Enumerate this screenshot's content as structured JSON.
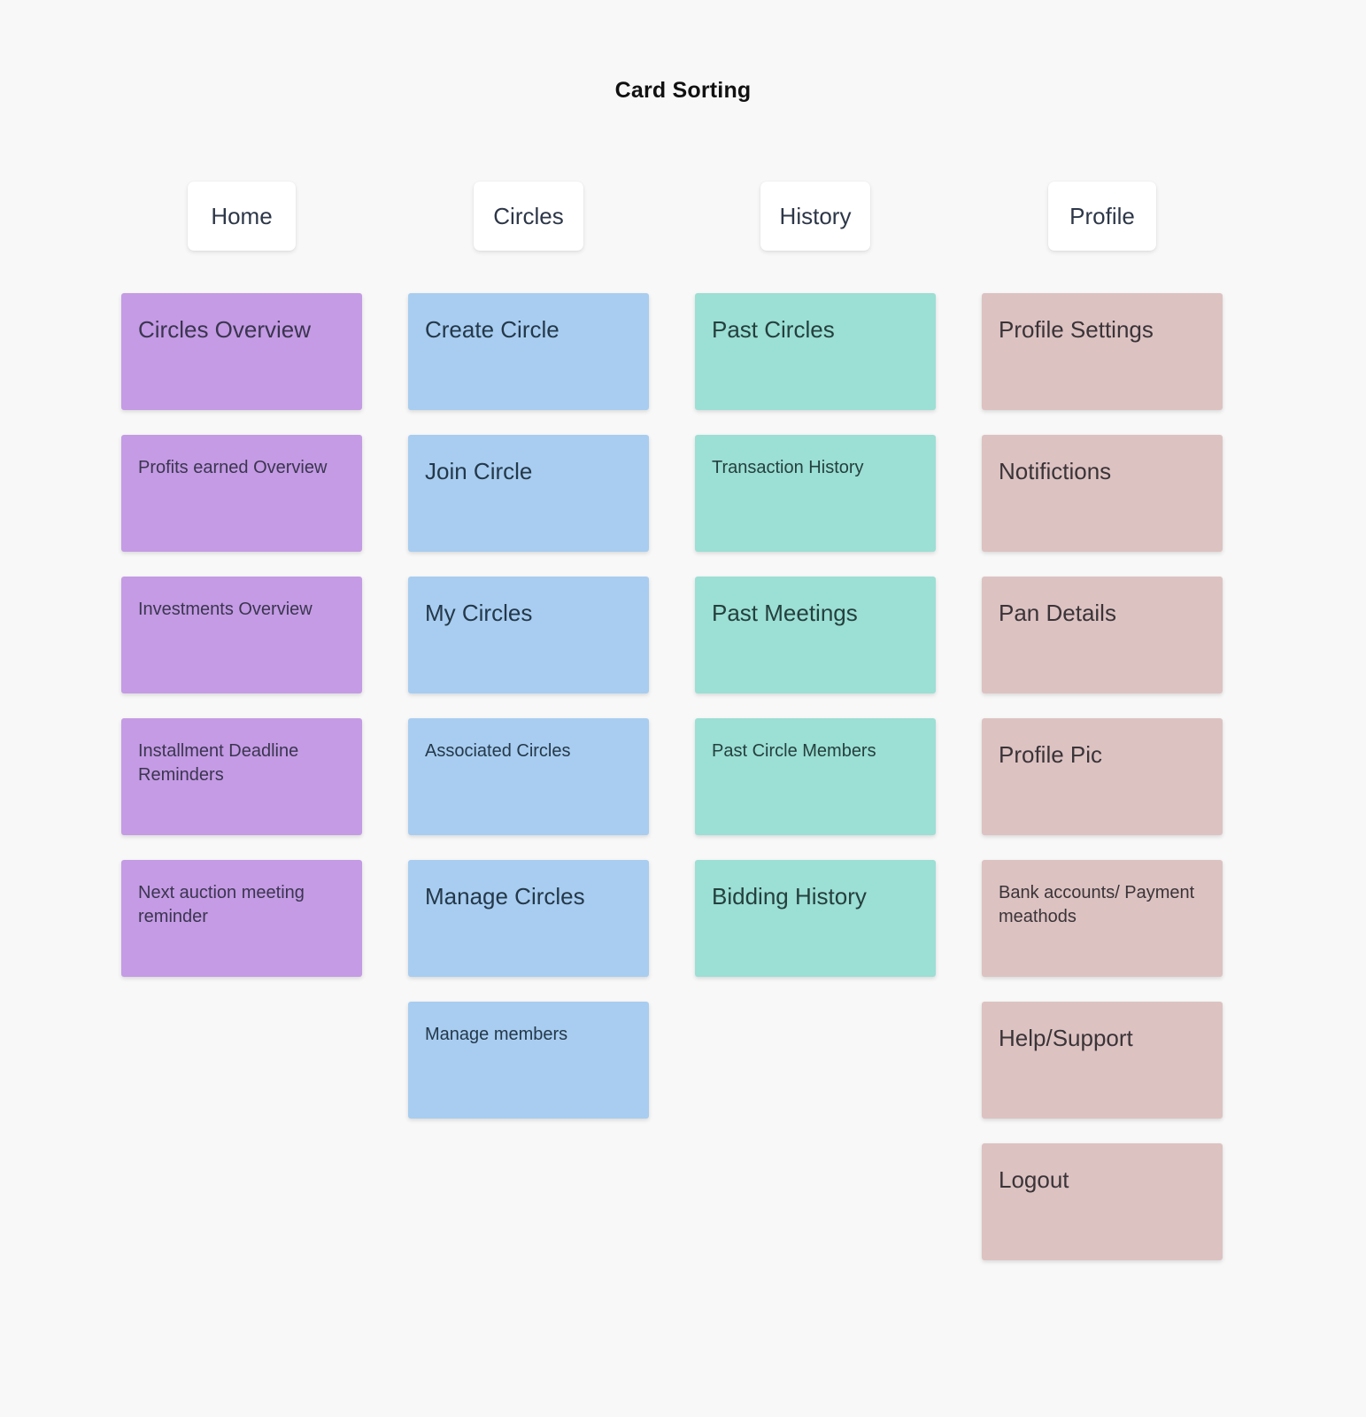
{
  "board": {
    "title": "Card Sorting",
    "background_color": "#f8f8f8",
    "header_background_color": "#ffffff",
    "text_color": "#2d3748"
  },
  "columns": [
    {
      "header": "Home",
      "color": "#c49be4",
      "tone": "purple",
      "cards": [
        {
          "label": "Circles Overview",
          "size": "lg"
        },
        {
          "label": "Profits earned Overview",
          "size": "sm"
        },
        {
          "label": "Investments Overview",
          "size": "sm"
        },
        {
          "label": "Installment Deadline Reminders",
          "size": "sm"
        },
        {
          "label": "Next auction meeting reminder",
          "size": "sm"
        }
      ]
    },
    {
      "header": "Circles",
      "color": "#a8cdf0",
      "tone": "blue",
      "cards": [
        {
          "label": "Create Circle",
          "size": "lg"
        },
        {
          "label": "Join Circle",
          "size": "lg"
        },
        {
          "label": "My Circles",
          "size": "lg"
        },
        {
          "label": "Associated Circles",
          "size": "sm"
        },
        {
          "label": "Manage Circles",
          "size": "lg"
        },
        {
          "label": "Manage members",
          "size": "sm"
        }
      ]
    },
    {
      "header": "History",
      "color": "#9cdfd4",
      "tone": "teal",
      "cards": [
        {
          "label": "Past Circles",
          "size": "lg"
        },
        {
          "label": "Transaction History",
          "size": "sm"
        },
        {
          "label": "Past Meetings",
          "size": "lg"
        },
        {
          "label": "Past Circle Members",
          "size": "sm"
        },
        {
          "label": "Bidding History",
          "size": "lg"
        }
      ]
    },
    {
      "header": "Profile",
      "color": "#ddc2c2",
      "tone": "pink",
      "cards": [
        {
          "label": "Profile Settings",
          "size": "lg"
        },
        {
          "label": "Notifictions",
          "size": "lg"
        },
        {
          "label": "Pan Details",
          "size": "lg"
        },
        {
          "label": "Profile Pic",
          "size": "lg"
        },
        {
          "label": "Bank accounts/ Payment meathods",
          "size": "sm"
        },
        {
          "label": "Help/Support",
          "size": "lg"
        },
        {
          "label": "Logout",
          "size": "lg"
        }
      ]
    }
  ]
}
